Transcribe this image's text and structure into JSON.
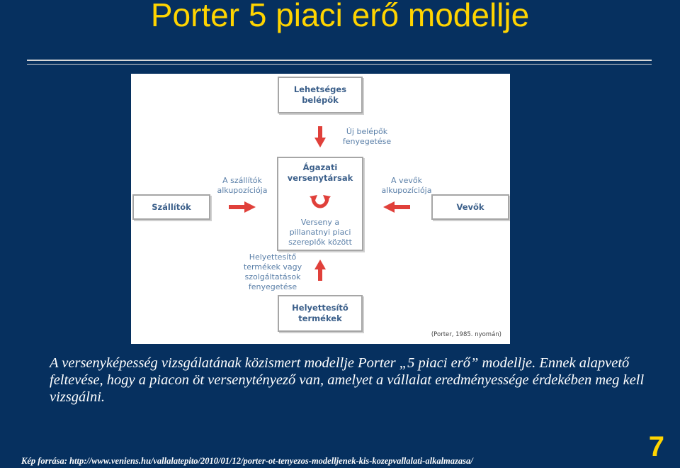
{
  "slide": {
    "title": "Porter 5 piaci erő modellje",
    "caption": "A versenyképesség vizsgálatának közismert modellje Porter „5 piaci erő” modellje. Ennek alapvető feltevése, hogy a piacon öt versenytényező van, amelyet a vállalat eredményessége érdekében meg kell vizsgálni.",
    "credit": "Kép forrása: http://www.veniens.hu/vallalatepito/2010/01/12/porter-ot-tenyezos-modelljenek-kis-kozepvallalati-alkalmazasa/",
    "page_number": "7"
  },
  "diagram": {
    "boxes": {
      "top": "Lehetséges\nbelépők",
      "left": "Szállítók",
      "right": "Vevők",
      "bottom": "Helyettesítő\ntermékek",
      "center_top": "Ágazati\nversenytársak",
      "center_bottom": "Verseny a\npillanatnyi piaci\nszereplők között"
    },
    "labels": {
      "new_entrants": "Új belépők\nfenyegetése",
      "suppliers": "A szállítók\nalkupozíciója",
      "buyers": "A vevők\nalkupozíciója",
      "substitutes": "Helyettesítő\ntermékek vagy\nszolgáltatások\nfenyegetése"
    },
    "source": "(Porter, 1985. nyomán)",
    "arrow_color": "#e0403a"
  }
}
